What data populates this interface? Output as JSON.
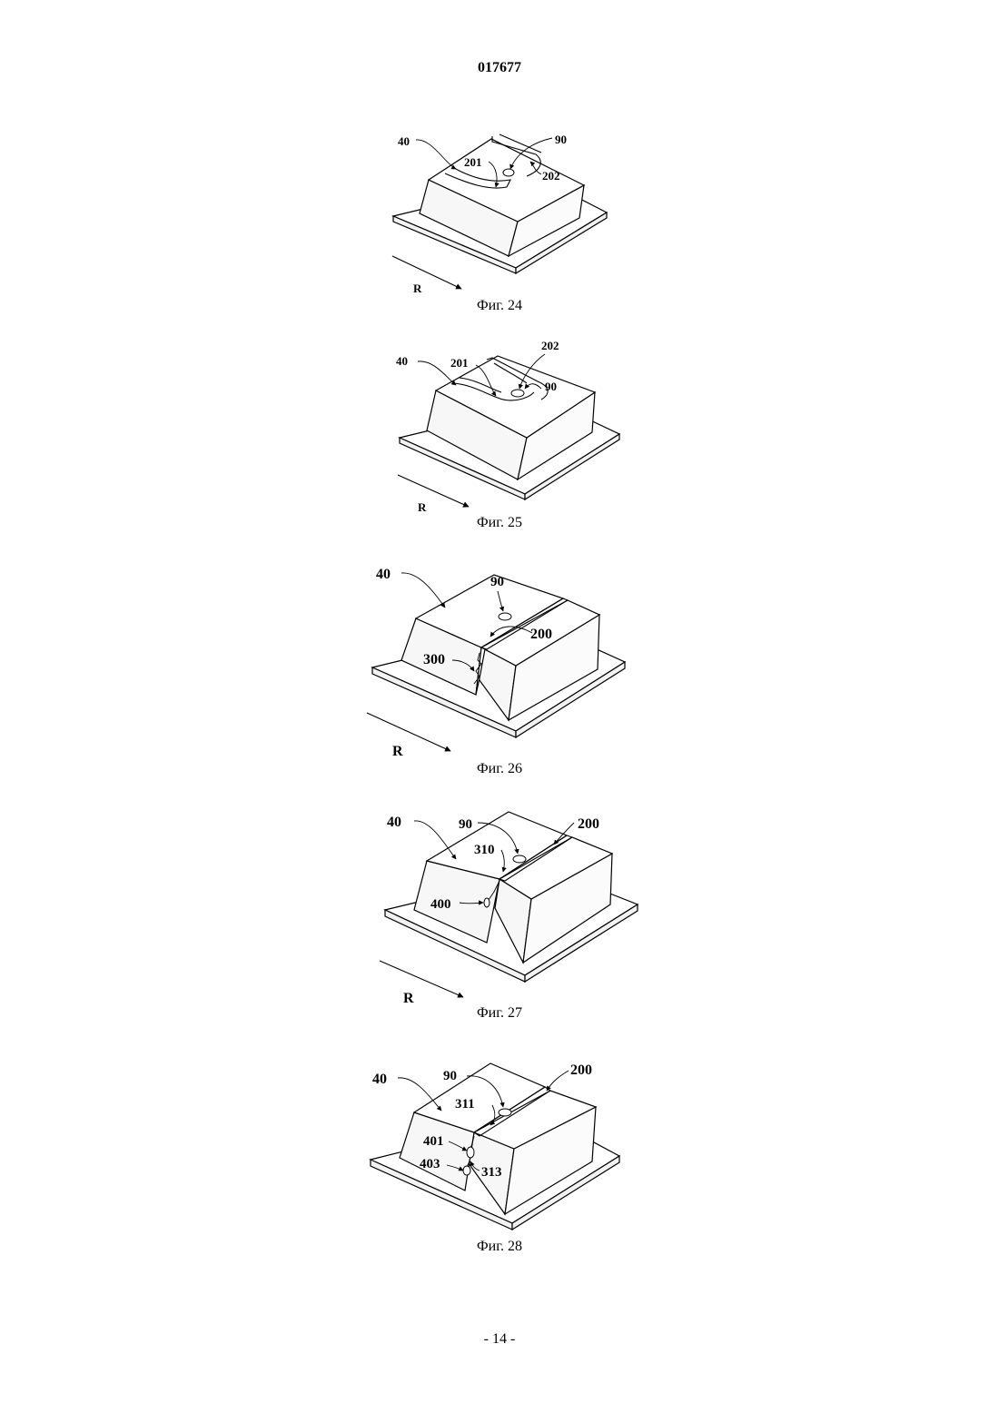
{
  "header": {
    "doc_number": "017677"
  },
  "footer": {
    "page_number": "- 14 -"
  },
  "figures": [
    {
      "caption": "Фиг. 24",
      "labels": {
        "block": "40",
        "channel_a": "201",
        "hole": "90",
        "channel_b": "202",
        "direction": "R"
      }
    },
    {
      "caption": "Фиг. 25",
      "labels": {
        "block": "40",
        "channel_a": "201",
        "channel_b": "202",
        "hole": "90",
        "direction": "R"
      }
    },
    {
      "caption": "Фиг. 26",
      "labels": {
        "block": "40",
        "hole": "90",
        "slot": "200",
        "crack": "300",
        "direction": "R"
      }
    },
    {
      "caption": "Фиг. 27",
      "labels": {
        "block": "40",
        "hole": "90",
        "slot": "200",
        "crack": "310",
        "chip": "400",
        "direction": "R"
      }
    },
    {
      "caption": "Фиг. 28",
      "labels": {
        "block": "40",
        "hole": "90",
        "slot": "200",
        "crack": "311",
        "chip_a": "401",
        "chip_b": "403",
        "crack_b": "313"
      }
    }
  ]
}
